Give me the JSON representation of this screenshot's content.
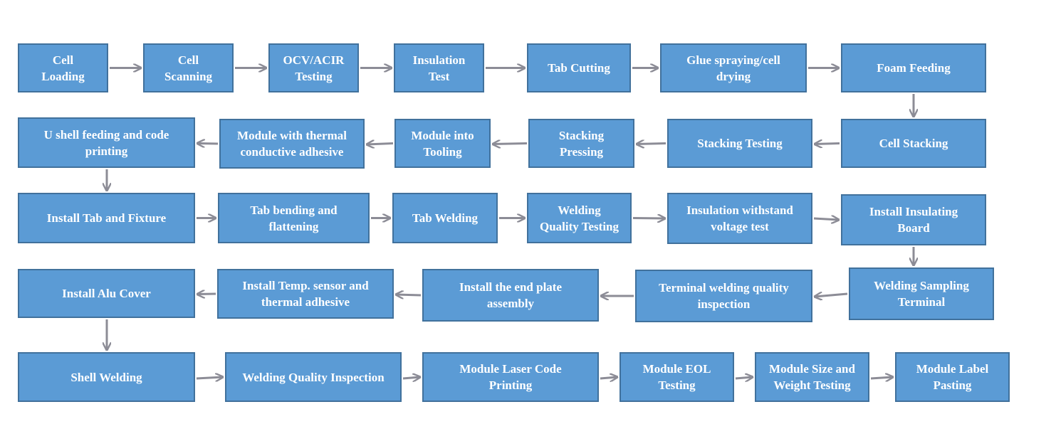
{
  "steps": [
    {
      "id": "cell-loading",
      "label": "Cell\nLoading"
    },
    {
      "id": "cell-scanning",
      "label": "Cell\nScanning"
    },
    {
      "id": "ocv-acir-testing",
      "label": "OCV/ACIR\nTesting"
    },
    {
      "id": "insulation-test",
      "label": "Insulation\nTest"
    },
    {
      "id": "tab-cutting",
      "label": "Tab Cutting"
    },
    {
      "id": "glue-spraying-cell-drying",
      "label": "Glue spraying/cell\ndrying"
    },
    {
      "id": "foam-feeding",
      "label": "Foam Feeding"
    },
    {
      "id": "cell-stacking",
      "label": "Cell Stacking"
    },
    {
      "id": "stacking-testing",
      "label": "Stacking Testing"
    },
    {
      "id": "stacking-pressing",
      "label": "Stacking\nPressing"
    },
    {
      "id": "module-into-tooling",
      "label": "Module into\nTooling"
    },
    {
      "id": "module-with-thermal-conductive-adhesive",
      "label": "Module  with thermal\nconductive adhesive"
    },
    {
      "id": "u-shell-feeding-and-code-printing",
      "label": "U shell feeding and code\nprinting"
    },
    {
      "id": "install-tab-and-fixture",
      "label": "Install Tab and Fixture"
    },
    {
      "id": "tab-bending-and-flattening",
      "label": "Tab bending and\nflattening"
    },
    {
      "id": "tab-welding",
      "label": "Tab Welding"
    },
    {
      "id": "welding-quality-testing",
      "label": "Welding\nQuality Testing"
    },
    {
      "id": "insulation-withstand-voltage-test",
      "label": "Insulation withstand\nvoltage test"
    },
    {
      "id": "install-insulating-board",
      "label": "Install Insulating\nBoard"
    },
    {
      "id": "welding-sampling-terminal",
      "label": "Welding Sampling\nTerminal"
    },
    {
      "id": "terminal-welding-quality-inspection",
      "label": "Terminal welding quality\ninspection"
    },
    {
      "id": "install-the-end-plate-assembly",
      "label": "Install the end plate\nassembly"
    },
    {
      "id": "install-temp-sensor-and-thermal-adhesive",
      "label": "Install Temp. sensor and\nthermal adhesive"
    },
    {
      "id": "install-alu-cover",
      "label": "Install Alu Cover"
    },
    {
      "id": "shell-welding",
      "label": "Shell Welding"
    },
    {
      "id": "welding-quality-inspection",
      "label": "Welding Quality Inspection"
    },
    {
      "id": "module-laser-code-printing",
      "label": "Module Laser Code\nPrinting"
    },
    {
      "id": "module-eol-testing",
      "label": "Module EOL\nTesting"
    },
    {
      "id": "module-size-and-weight-testing",
      "label": "Module Size and\nWeight Testing"
    },
    {
      "id": "module-label-pasting",
      "label": "Module Label\nPasting"
    }
  ],
  "colors": {
    "box_fill": "#5b9bd5",
    "box_border": "#41719c",
    "box_text": "#ffffff",
    "arrow": "#8c8c96"
  }
}
